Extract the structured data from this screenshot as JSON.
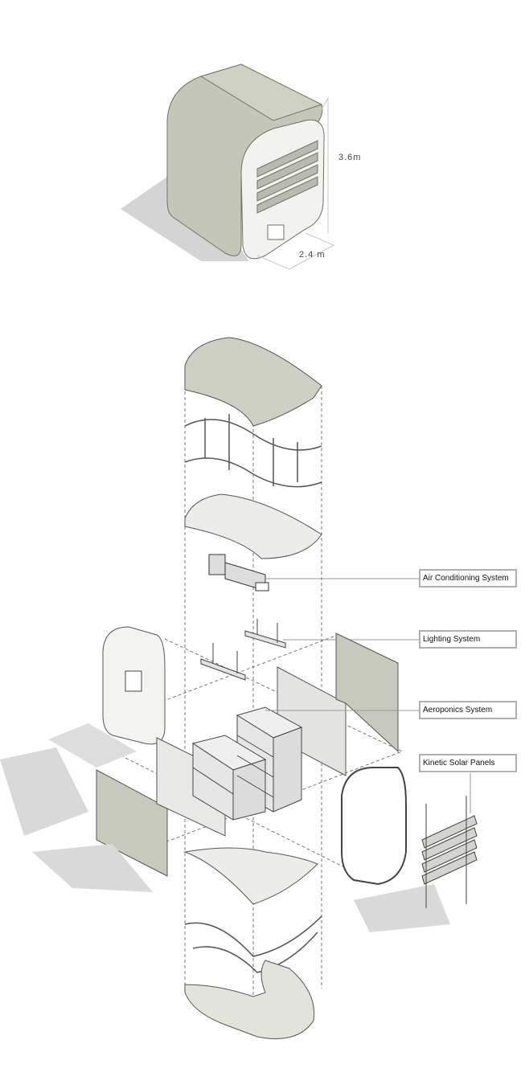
{
  "dimensions": {
    "height": "3.6m",
    "width": "2.4 m"
  },
  "labels": [
    {
      "text": "Air Conditioning System"
    },
    {
      "text": "Lighting System"
    },
    {
      "text": "Aeroponics System"
    },
    {
      "text": "Kinetic Solar Panels"
    }
  ],
  "colors": {
    "shell": "#c9cbbd",
    "shell_dark": "#b5b8a8",
    "shadow": "#d6d6d6",
    "line": "#555555",
    "label_border": "#b0b0b0"
  }
}
